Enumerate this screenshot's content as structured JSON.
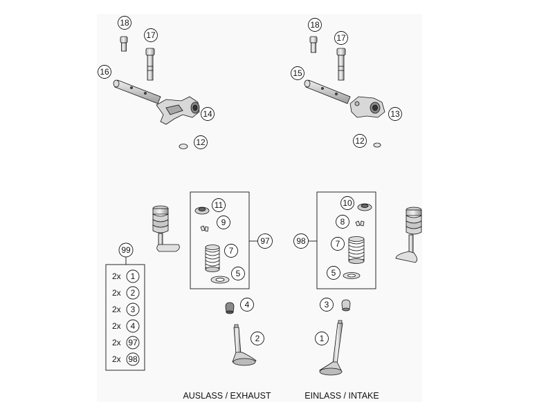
{
  "diagram": {
    "captions": {
      "exhaust": "AUSLASS / EXHAUST",
      "intake": "EINLASS / INTAKE"
    },
    "callouts": {
      "c18_left": "18",
      "c17_left": "17",
      "c16": "16",
      "c14": "14",
      "c12_left": "12",
      "c18_right": "18",
      "c17_right": "17",
      "c15": "15",
      "c13": "13",
      "c12_right": "12",
      "c11": "11",
      "c9": "9",
      "c7_left": "7",
      "c5_left": "5",
      "c97": "97",
      "c10": "10",
      "c8": "8",
      "c7_right": "7",
      "c5_right": "5",
      "c98": "98",
      "c4": "4",
      "c2": "2",
      "c3": "3",
      "c1": "1",
      "c99": "99"
    },
    "kit_list": [
      {
        "qty": "2x",
        "part": "1"
      },
      {
        "qty": "2x",
        "part": "2"
      },
      {
        "qty": "2x",
        "part": "3"
      },
      {
        "qty": "2x",
        "part": "4"
      },
      {
        "qty": "2x",
        "part": "97"
      },
      {
        "qty": "2x",
        "part": "98"
      }
    ],
    "colors": {
      "line": "#111111",
      "part_fill": "#e8e8e8",
      "part_shade": "#9a9a9a",
      "background": "#ffffff",
      "panel": "#f7f7f7"
    }
  }
}
